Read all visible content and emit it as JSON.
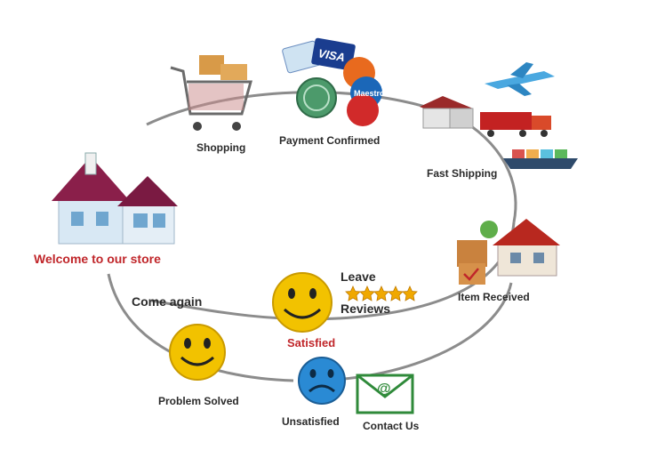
{
  "diagram": {
    "stages": {
      "welcome": "Welcome to our store",
      "shopping": "Shopping",
      "payment": "Payment Confirmed",
      "shipping": "Fast Shipping",
      "received": "Item Received",
      "leave": "Leave",
      "reviews": "Reviews",
      "satisfied": "Satisfied",
      "come_again": "Come again",
      "problem_solved": "Problem Solved",
      "unsatisfied": "Unsatisfied",
      "contact_us": "Contact Us"
    },
    "cards": {
      "visa": "VISA",
      "maestro": "Maestro"
    },
    "review_stars": 5,
    "colors": {
      "ring": "#8c8c8c",
      "label_accent": "#c0262a",
      "smiley": "#f2c200",
      "sad_face": "#2a8ad4",
      "roof": "#8a1f4a",
      "envelope": "#2f8a3a",
      "star": "#f0a800"
    }
  }
}
